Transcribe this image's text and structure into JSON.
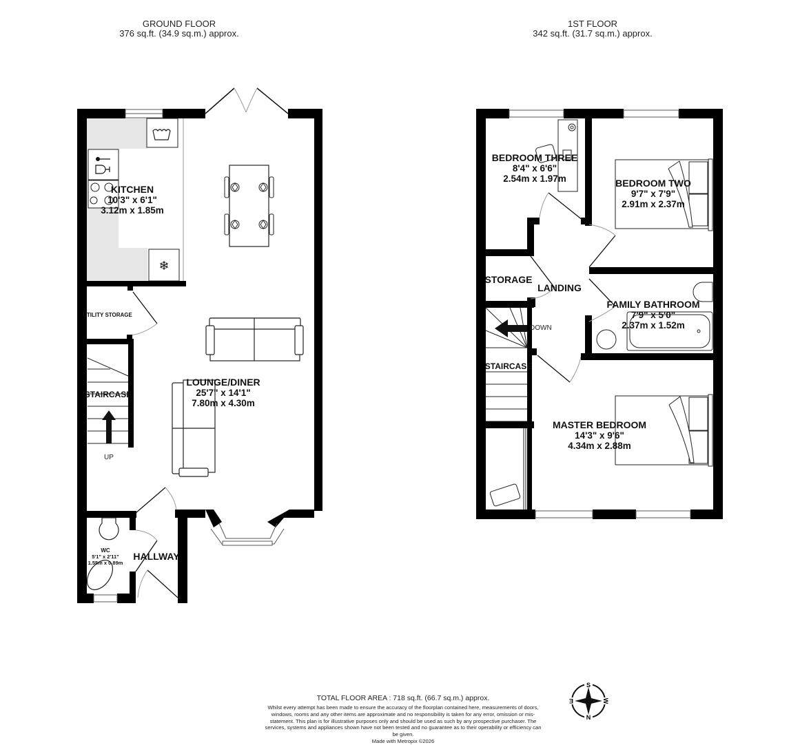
{
  "floors": [
    {
      "name": "GROUND FLOOR",
      "area": "376 sq.ft. (34.9 sq.m.) approx.",
      "rooms": [
        {
          "name": "KITCHEN",
          "imperial": "10'3\"  x 6'1\"",
          "metric": "3.12m  x 1.85m"
        },
        {
          "name": "LOUNGE/DINER",
          "imperial": "25'7\"  x 14'1\"",
          "metric": "7.80m  x 4.30m"
        },
        {
          "name": "WC",
          "imperial": "5'1\"  x 2'11\"",
          "metric": "1.55m  x 0.89m"
        },
        {
          "name": "HALLWAY"
        },
        {
          "name": "UTILITY STORAGE"
        },
        {
          "name": "STAIRCASE"
        }
      ],
      "stair_direction": "UP"
    },
    {
      "name": "1ST FLOOR",
      "area": "342 sq.ft. (31.7 sq.m.) approx.",
      "rooms": [
        {
          "name": "BEDROOM THREE",
          "imperial": "8'4\"  x 6'6\"",
          "metric": "2.54m  x 1.97m"
        },
        {
          "name": "BEDROOM TWO",
          "imperial": "9'7\"  x 7'9\"",
          "metric": "2.91m  x 2.37m"
        },
        {
          "name": "FAMILY BATHROOM",
          "imperial": "7'9\"  x 5'0\"",
          "metric": "2.37m  x 1.52m"
        },
        {
          "name": "MASTER BEDROOM",
          "imperial": "14'3\"  x 9'6\"",
          "metric": "4.34m  x 2.88m"
        },
        {
          "name": "STORAGE"
        },
        {
          "name": "LANDING"
        },
        {
          "name": "STAIRCASE"
        }
      ],
      "stair_direction": "DOWN"
    }
  ],
  "footer": {
    "total": "TOTAL FLOOR AREA : 718 sq.ft. (66.7 sq.m.) approx.",
    "disclaimer": "Whilst every attempt has been made to ensure the accuracy of the floorplan contained here, measurements of doors, windows, rooms and any other items are approximate and no responsibility is taken for any error, omission or mis-statement. This plan is for illustrative purposes only and should be used as such by any prospective purchaser. The services, systems and appliances shown have not been tested and no guarantee as to their operability or efficiency can be given.",
    "credit": "Made with Metropix ©2026"
  },
  "compass": {
    "top": "S",
    "right": "W",
    "bottom": "N",
    "left": "E"
  },
  "colors": {
    "wall": "#000000",
    "counter": "#e6e6e6",
    "fixture_line": "#333333",
    "door_arc": "#888888"
  }
}
